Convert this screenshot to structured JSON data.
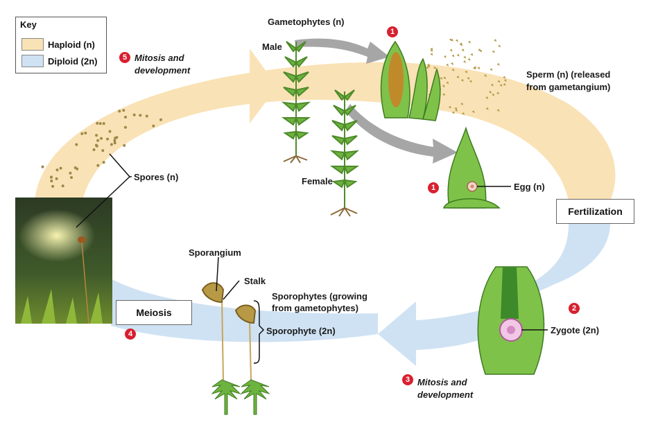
{
  "colors": {
    "haploid": "#f9e2b5",
    "diploid": "#cfe2f3",
    "badge": "#d8202f",
    "plant": "#6cb33f",
    "arrow_gray": "#a6a6a6"
  },
  "key": {
    "title": "Key",
    "haploid": "Haploid (n)",
    "diploid": "Diploid (2n)"
  },
  "labels": {
    "gametophytes": "Gametophytes (n)",
    "male": "Male",
    "female": "Female",
    "sperm_line1": "Sperm (n) (released",
    "sperm_line2": "from gametangium)",
    "egg": "Egg (n)",
    "fertilization": "Fertilization",
    "zygote": "Zygote (2n)",
    "spores": "Spores (n)",
    "sporangium": "Sporangium",
    "stalk": "Stalk",
    "sporophytes_line1": "Sporophytes (growing",
    "sporophytes_line2": "from gametophytes)",
    "sporophyte": "Sporophyte (2n)",
    "meiosis": "Meiosis",
    "mitosis_top_line1": "Mitosis and",
    "mitosis_top_line2": "development",
    "mitosis_bottom_line1": "Mitosis and",
    "mitosis_bottom_line2": "development"
  },
  "steps": {
    "one_top": "1",
    "one_egg": "1",
    "two": "2",
    "three": "3",
    "four": "4",
    "five": "5"
  }
}
